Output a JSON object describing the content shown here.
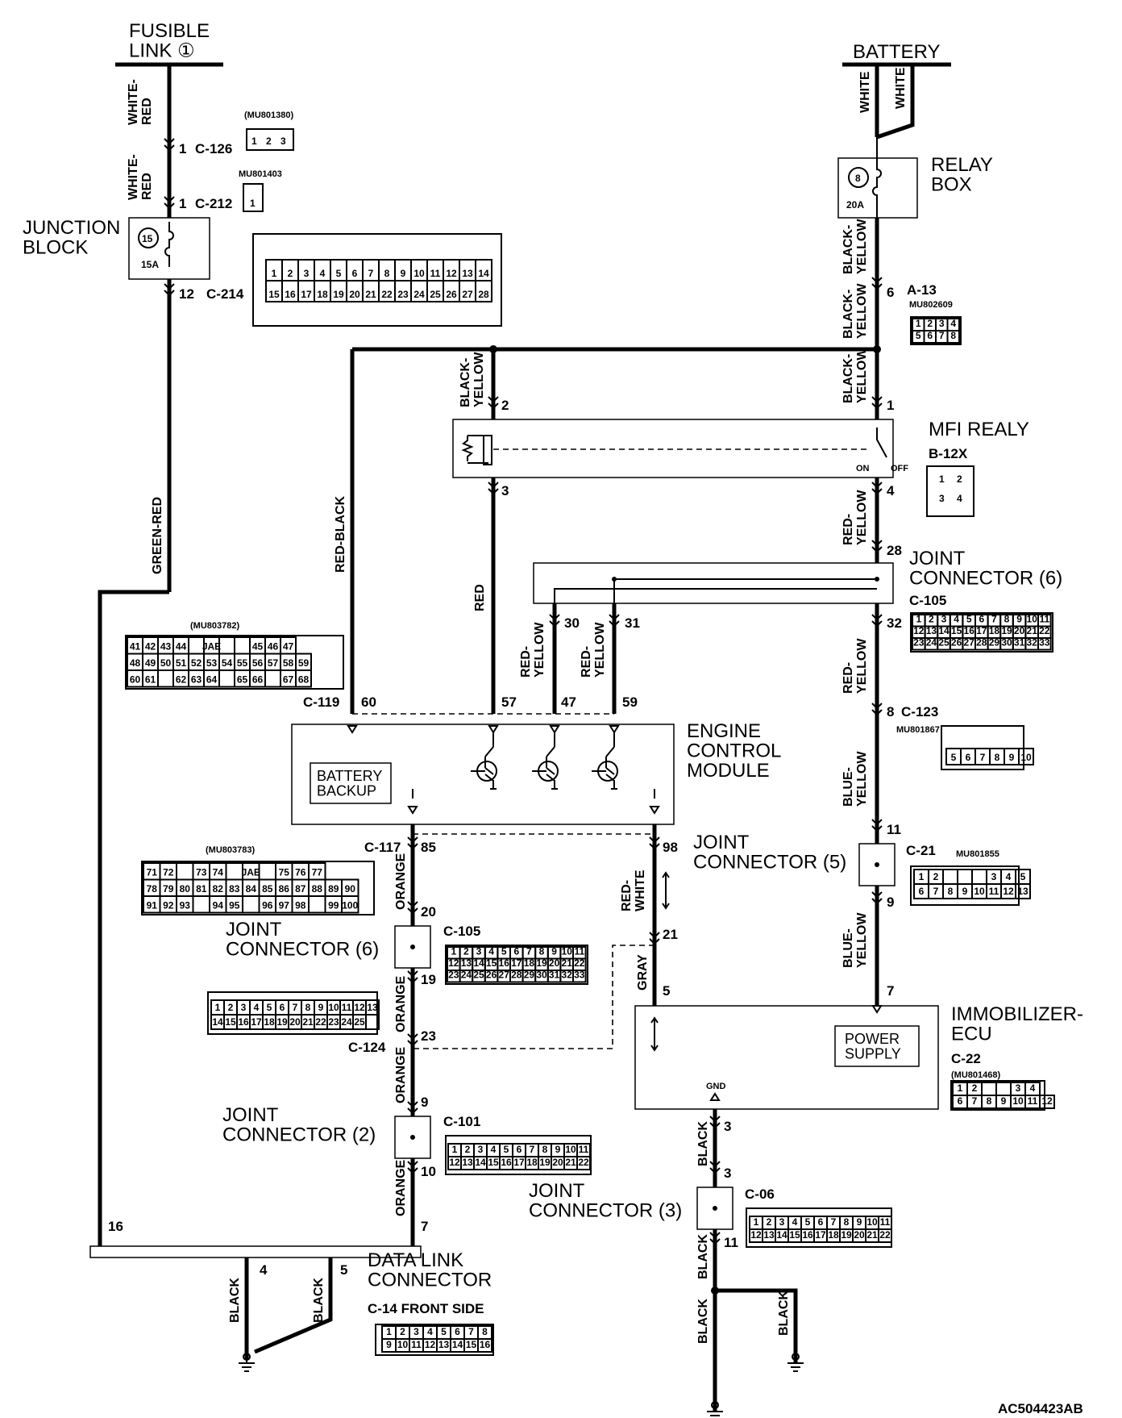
{
  "power_sources": {
    "fusible_link": "FUSIBLE\nLINK ①",
    "battery": "BATTERY"
  },
  "components": {
    "junction_block": "JUNCTION\nBLOCK",
    "junction_fuse_no": "15",
    "junction_fuse_rating": "15A",
    "relay_box": "RELAY\nBOX",
    "relay_fuse_no": "8",
    "relay_fuse_rating": "20A",
    "mfi_relay": "MFI REALY",
    "mfi_relay_conn": "B-12X",
    "relay_on": "ON",
    "relay_off": "OFF",
    "ecm": "ENGINE\nCONTROL\nMODULE",
    "battery_backup": "BATTERY\nBACKUP",
    "immobilizer": "IMMOBILIZER-\nECU",
    "power_supply": "POWER\nSUPPLY",
    "gnd": "GND",
    "data_link": "DATA LINK\nCONNECTOR",
    "data_link_conn": "C-14   FRONT SIDE",
    "jc6_top": "JOINT\nCONNECTOR (6)",
    "jc5": "JOINT\nCONNECTOR (5)",
    "jc6_mid": "JOINT\nCONNECTOR (6)",
    "jc2": "JOINT\nCONNECTOR (2)",
    "jc3": "JOINT\nCONNECTOR (3)"
  },
  "connectors": {
    "c126": "C-126",
    "c212": "C-212",
    "c214": "C-214",
    "a13": "A-13",
    "c105a": "C-105",
    "c123": "C-123",
    "c119": "C-119",
    "c117": "C-117",
    "c21": "C-21",
    "c105b": "C-105",
    "c124": "C-124",
    "c101": "C-101",
    "c22": "C-22",
    "c06": "C-06"
  },
  "part_numbers": {
    "mu801380": "(MU801380)",
    "mu801403": "MU801403",
    "mu802609": "MU802609",
    "mu803782": "(MU803782)",
    "mu803783": "(MU803783)",
    "mu801867": "MU801867",
    "mu801855": "MU801855",
    "mu801468": "(MU801468)"
  },
  "wires": {
    "white_red": "WHITE-\nRED",
    "white": "WHITE",
    "black_yellow": "BLACK-\nYELLOW",
    "green_red": "GREEN-RED",
    "red_black": "RED-BLACK",
    "red": "RED",
    "red_yellow": "RED-\nYELLOW",
    "blue_yellow": "BLUE-\nYELLOW",
    "orange": "ORANGE",
    "red_white": "RED-\nWHITE",
    "gray": "GRAY",
    "black": "BLACK"
  },
  "pins": {
    "p1a": "1",
    "p1b": "1",
    "p12": "12",
    "p6": "6",
    "p2": "2",
    "p1r": "1",
    "p3": "3",
    "p4": "4",
    "p28": "28",
    "p30": "30",
    "p31": "31",
    "p32": "32",
    "p8": "8",
    "p60": "60",
    "p57": "57",
    "p47": "47",
    "p59": "59",
    "p85": "85",
    "p98": "98",
    "p11": "11",
    "p9r": "9",
    "p20": "20",
    "p19": "19",
    "p21": "21",
    "p5": "5",
    "p7r": "7",
    "p23": "23",
    "p9": "9",
    "p10": "10",
    "p16": "16",
    "p7": "7",
    "p4d": "4",
    "p5d": "5",
    "p3a": "3",
    "p3b": "3",
    "p11b": "11"
  },
  "connector_text": {
    "jae": "JAE"
  },
  "figure_id": "AC504423AB"
}
